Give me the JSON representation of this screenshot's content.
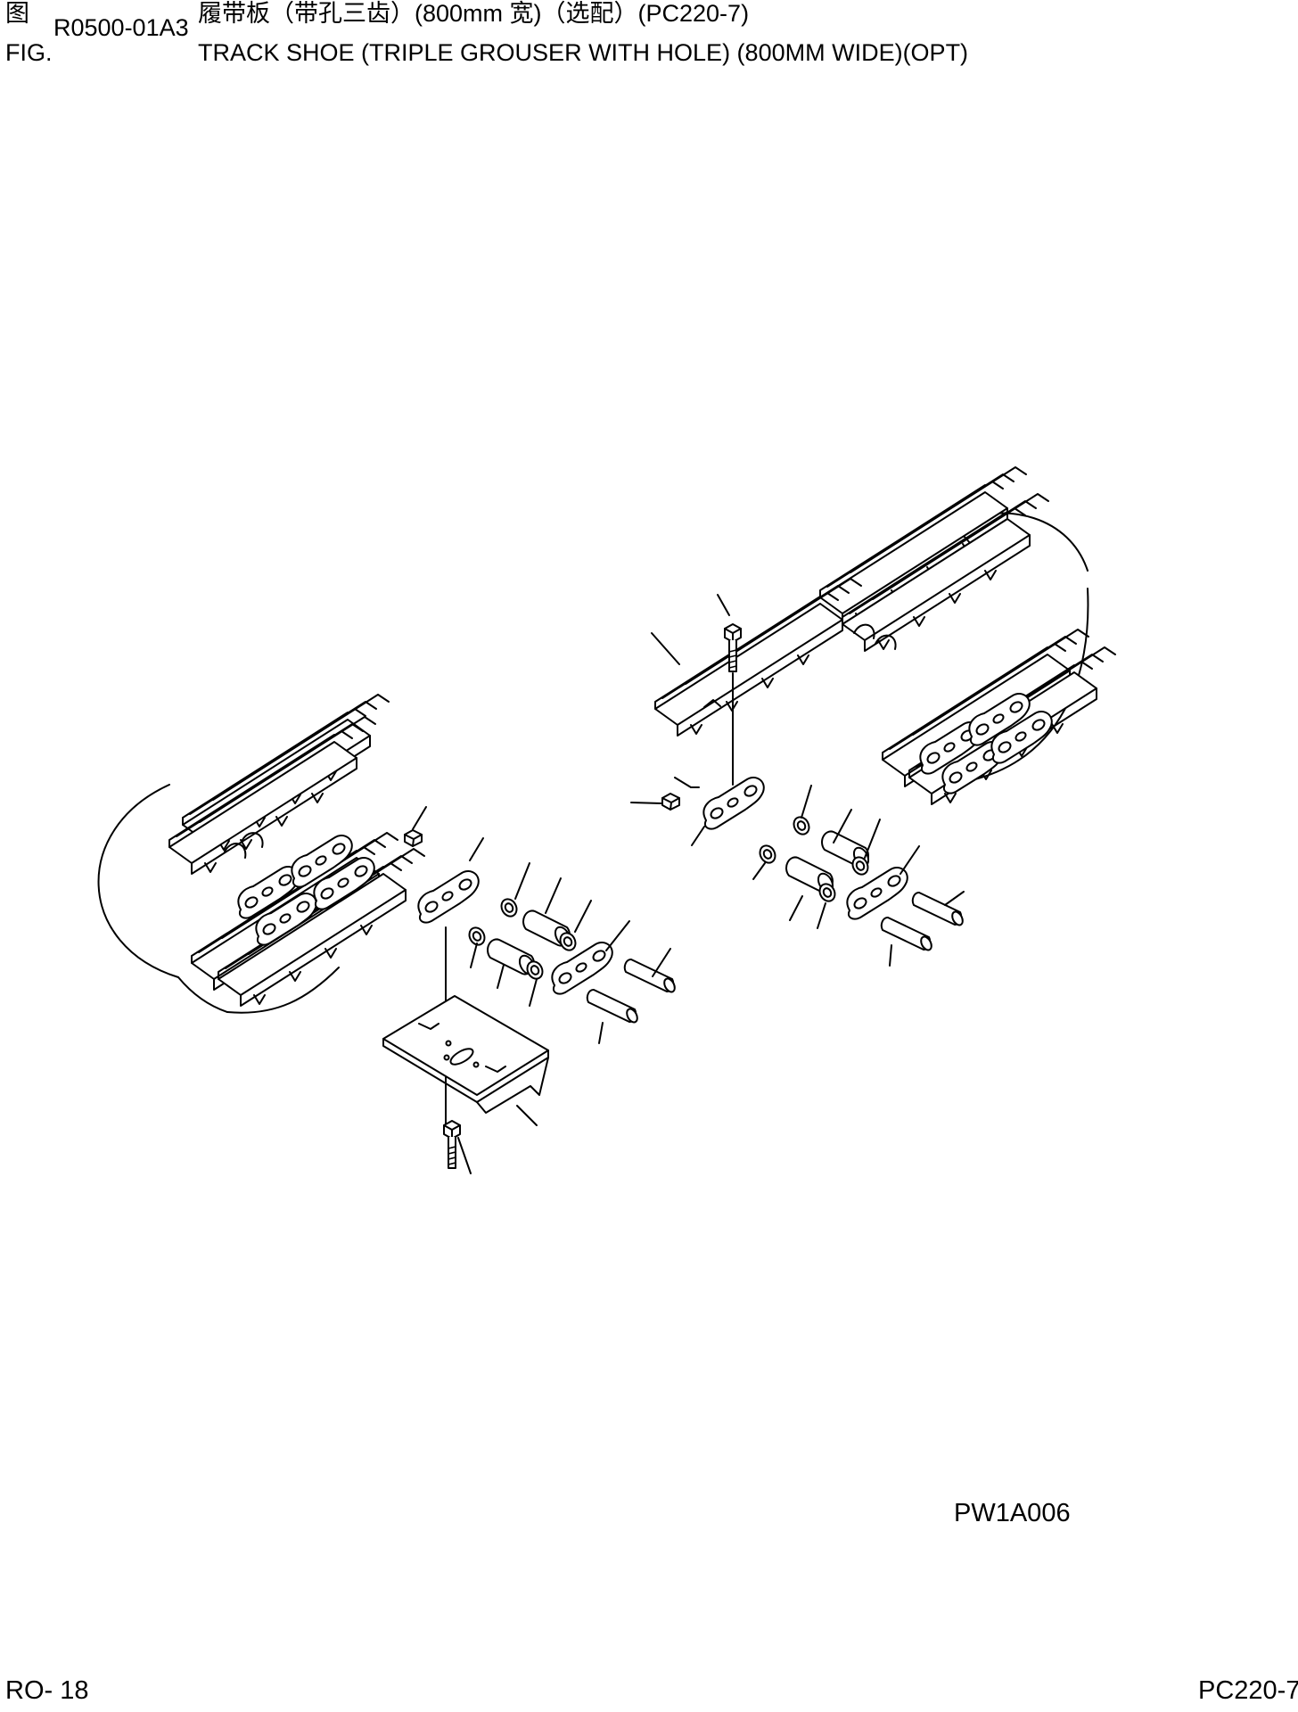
{
  "header": {
    "fig_label_cn": "图",
    "fig_label_en": "FIG.",
    "fig_code": "R0500-01A3",
    "title_cn": "履带板（带孔三齿）(800mm 宽)（选配）(PC220-7)",
    "title_en": "TRACK SHOE (TRIPLE GROUSER WITH HOLE) (800MM WIDE)(OPT)"
  },
  "drawing": {
    "drawing_id": "PW1A006"
  },
  "footer": {
    "page_number": "RO- 18",
    "model": "PC220-7"
  }
}
